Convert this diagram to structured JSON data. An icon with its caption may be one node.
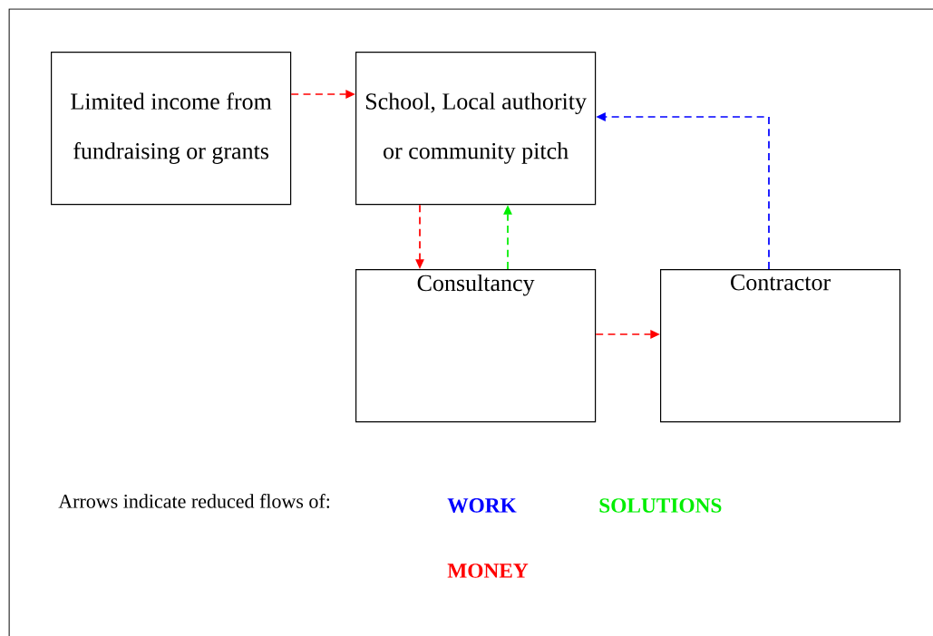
{
  "diagram": {
    "nodes": [
      {
        "text": [
          "Limited income from fundraising or grants"
        ]
      },
      {
        "text": [
          "School, Local authority or community pitch"
        ]
      },
      {
        "text": [
          "Consultancy"
        ]
      },
      {
        "text": [
          "Contractor"
        ]
      }
    ],
    "edges": [
      {
        "from": 0,
        "to": 1,
        "arrow": "to",
        "style": "dashed"
      },
      {
        "from": 1,
        "to": 2,
        "arrow": "to",
        "style": "dashed"
      },
      {
        "from": 2,
        "to": 1,
        "arrow": "to",
        "style": "dashed",
        "color": "#00ee00"
      },
      {
        "from": 2,
        "to": 3,
        "arrow": "to",
        "style": "dashed"
      },
      {
        "from": 3,
        "to": 1,
        "arrow": "to",
        "style": "dashed",
        "color": "#0000ff"
      }
    ],
    "labels": [
      "Arrows indicate reduced flows of:"
    ],
    "legend": [
      {
        "text": "WORK",
        "color": "#0000ff"
      },
      {
        "text": "SOLUTIONS",
        "color": "#00ee00"
      },
      {
        "text": "MONEY",
        "color": "#ff0000"
      }
    ]
  }
}
